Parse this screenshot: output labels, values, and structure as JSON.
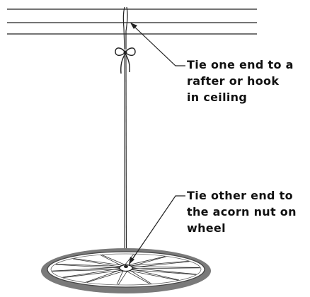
{
  "annotations": {
    "top": {
      "lines": [
        "Tie one end to a",
        "rafter or hook",
        "in ceiling"
      ]
    },
    "bottom": {
      "lines": [
        "Tie other end to",
        "the acorn nut on",
        "wheel"
      ]
    }
  },
  "colors": {
    "line": "#222222",
    "tire": "#7a7a7a",
    "rim": "#444444"
  }
}
